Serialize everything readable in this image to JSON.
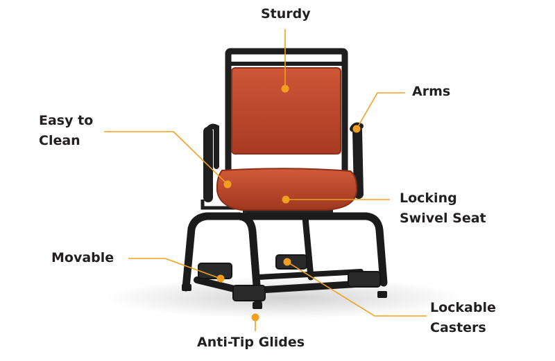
{
  "callouts": {
    "sturdy": {
      "lines": [
        "Sturdy"
      ]
    },
    "arms": {
      "lines": [
        "Arms"
      ]
    },
    "easy_to_clean": {
      "lines": [
        "Easy to",
        "Clean"
      ]
    },
    "locking_swivel_seat": {
      "lines": [
        "Locking",
        "Swivel Seat"
      ]
    },
    "movable": {
      "lines": [
        "Movable"
      ]
    },
    "lockable_casters": {
      "lines": [
        "Lockable",
        "Casters"
      ]
    },
    "anti_tip_glides": {
      "lines": [
        "Anti-Tip Glides"
      ]
    }
  },
  "colors": {
    "accent": "#f0a01e",
    "upholstery": "#c44a2c",
    "frame": "#1e1e1e",
    "text": "#231f20"
  }
}
